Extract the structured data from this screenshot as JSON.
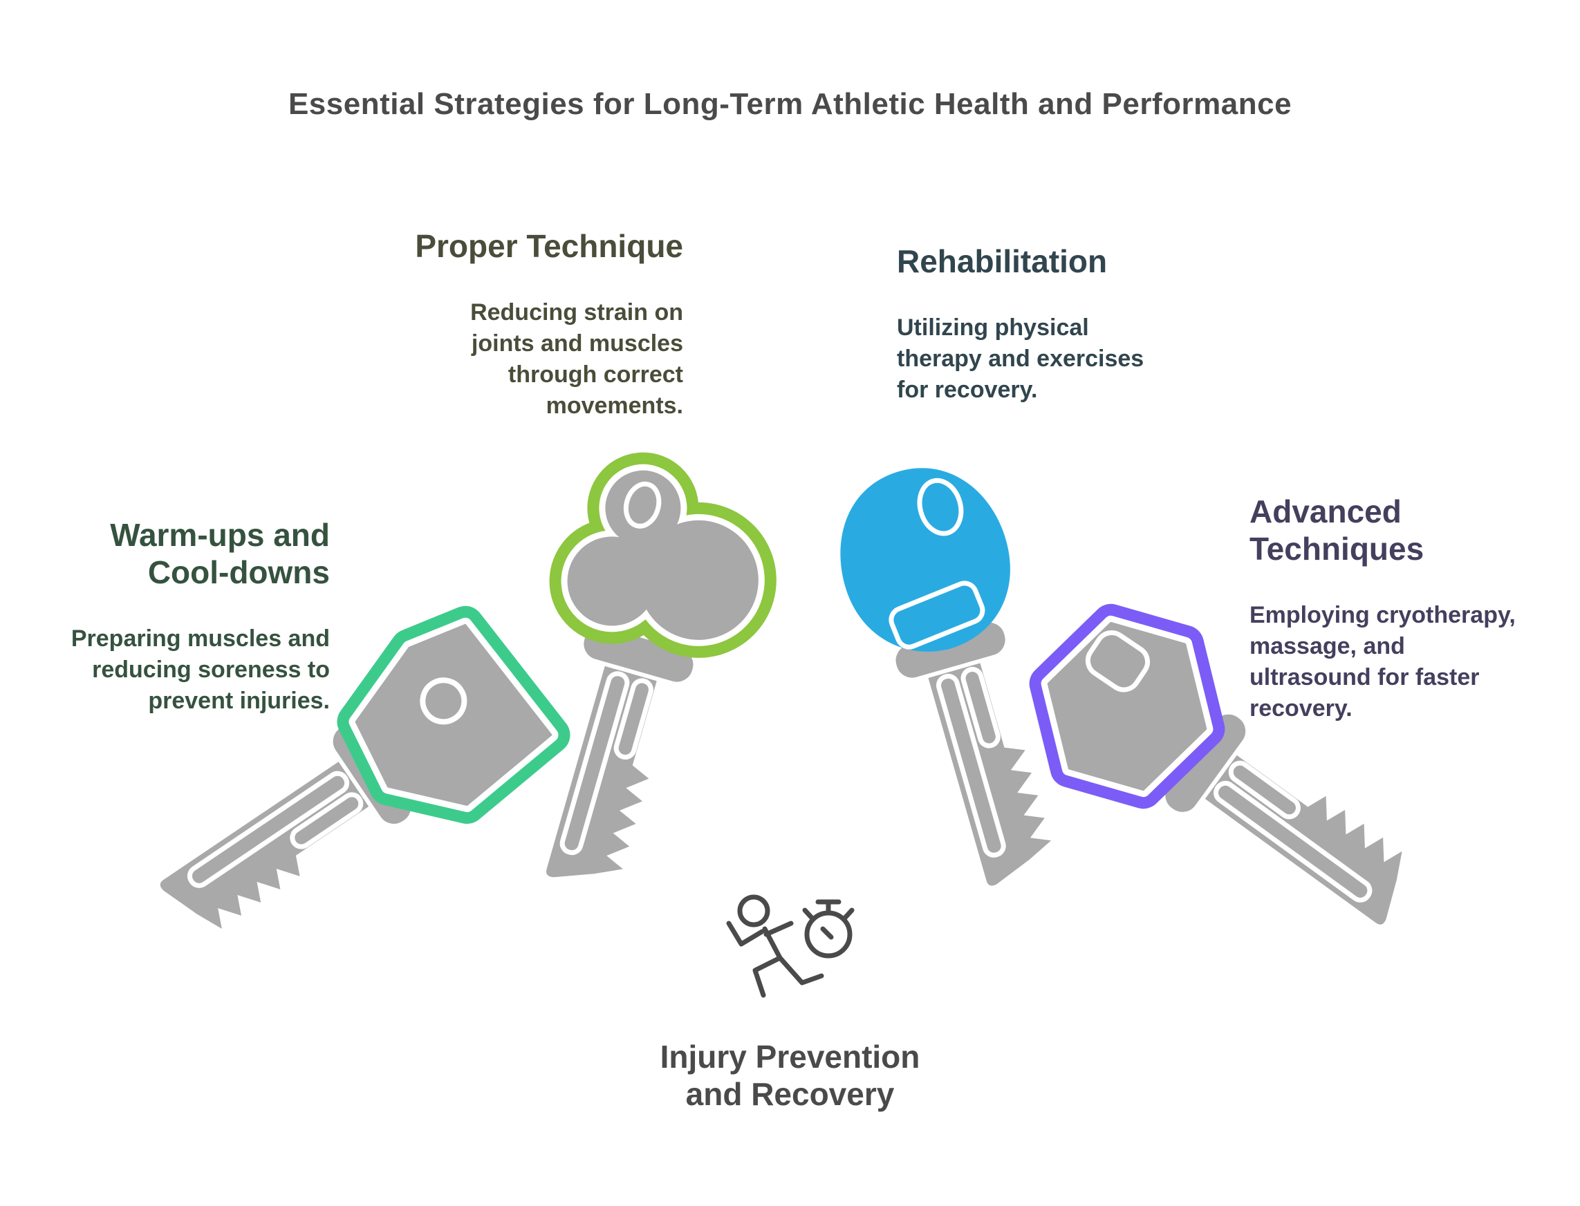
{
  "title": {
    "text": "Essential Strategies for Long-Term Athletic Health and Performance",
    "color": "#4A4A4A"
  },
  "sections": {
    "warmups": {
      "heading": "Warm-ups and\nCool-downs",
      "body": "Preparing muscles and\nreducing soreness to\nprevent injuries.",
      "text_color": "#35523F",
      "key_color": "#3DCB8C",
      "key_shape": "rounded-square",
      "key_position": "left"
    },
    "proper_technique": {
      "heading": "Proper Technique",
      "body": "Reducing strain on\njoints and muscles\nthrough correct\nmovements.",
      "text_color": "#494D39",
      "key_color": "#8DC63F",
      "key_shape": "cloud",
      "key_position": "upper-left"
    },
    "rehabilitation": {
      "heading": "Rehabilitation",
      "body": "Utilizing physical\ntherapy and exercises\nfor recovery.",
      "text_color": "#31454E",
      "key_color": "#29ABE2",
      "key_shape": "round",
      "key_position": "upper-right"
    },
    "advanced": {
      "heading": "Advanced\nTechniques",
      "body": "Employing cryotherapy,\nmassage, and\nultrasound for faster\nrecovery.",
      "text_color": "#453F5E",
      "key_color": "#7C5CF6",
      "key_shape": "hexagon",
      "key_position": "right"
    }
  },
  "center_label": {
    "text": "Injury Prevention\nand Recovery",
    "icon": "runner-with-stopwatch-icon",
    "color": "#4A4A4A"
  },
  "colors": {
    "background": "#FFFFFF",
    "key_gray": "#A9A9A9",
    "key_groove_white": "#FFFFFF",
    "icon_stroke": "#4A4A4A"
  }
}
